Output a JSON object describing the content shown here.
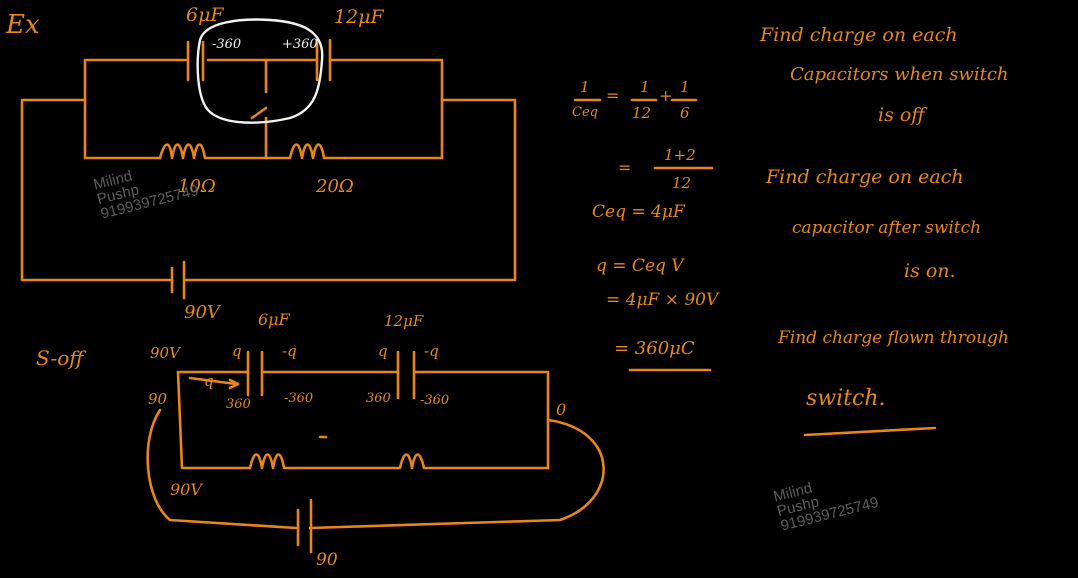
{
  "heading": "Ex",
  "top_circuit": {
    "cap1_label": "6μF",
    "cap2_label": "12μF",
    "cap1_charge": "-360",
    "cap2_charge": "+360",
    "r1_label": "10Ω",
    "r2_label": "20Ω",
    "battery_label": "90V"
  },
  "bottom_circuit": {
    "title": "S-off",
    "node_left_top": "90V",
    "node_left_mid": "90",
    "node_left_bottom": "90V",
    "node_right": "0",
    "battery_label": "90",
    "cap1_label": "6μF",
    "cap2_label": "12μF",
    "q_labels": [
      "q",
      "-q",
      "q",
      "-q"
    ],
    "arrow_q": "q",
    "charges": [
      "360",
      "-360",
      "360",
      "-360"
    ]
  },
  "equations": {
    "eq1_lhs_num": "1",
    "eq1_lhs_den": "Ceq",
    "eq1_t1_num": "1",
    "eq1_t1_den": "12",
    "eq1_t2_num": "1",
    "eq1_t2_den": "6",
    "eq2_num": "1+2",
    "eq2_den": "12",
    "eq3": "Ceq = 4μF",
    "eq4": "q = Ceq V",
    "eq5": "= 4μF × 90V",
    "eq6": "= 360μC"
  },
  "questions": {
    "q1_line1": "Find charge on each",
    "q1_line2": "Capacitors when switch",
    "q1_line3": "is off",
    "q2_line1": "Find charge on each",
    "q2_line2": "capacitor after switch",
    "q2_line3": "is on.",
    "q3_line1": "Find charge flown through",
    "q3_line2": "switch."
  },
  "watermark": {
    "line1": "Milind",
    "line2": "Pushp",
    "line3": "919939725749"
  }
}
